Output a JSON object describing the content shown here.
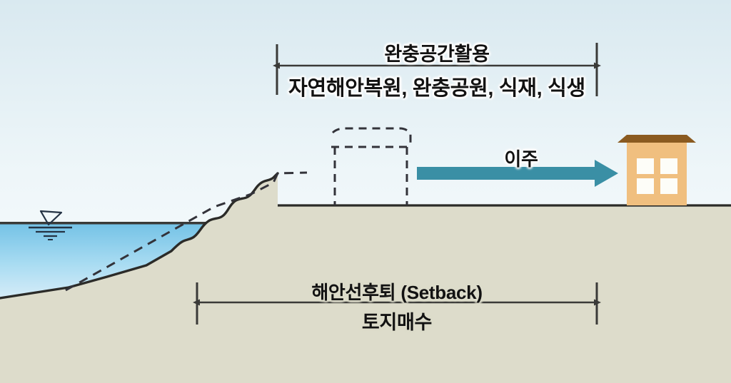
{
  "diagram": {
    "title": "Coastal Setback and Buffer Zone Cross-Section",
    "colors": {
      "sky_top": "#dceaf0",
      "sky_bottom": "#fbfdfd",
      "water_top": "#6ec1e4",
      "water_bottom": "#cfe9f7",
      "land": "#dddccb",
      "land_line": "#2b2b28",
      "house_body": "#f0bf7f",
      "house_roof": "#8a5a20",
      "house_window": "#fdfdf8",
      "arrow_migration": "#3a8fa5",
      "dimension_line": "#3a3a38",
      "dashed_outline": "#33333a",
      "text": "#121212"
    }
  },
  "annotations": {
    "buffer": {
      "title": "완충공간활용",
      "detail": "자연해안복원, 완충공원, 식재, 식생"
    },
    "setback": {
      "title": "해안선후퇴 (Setback)",
      "detail": "토지매수"
    },
    "migration": {
      "label": "이주"
    }
  },
  "elements": {
    "water_level_marker": "water-level-symbol",
    "existing_house": "dashed-house-outline",
    "relocated_house": "solid-house",
    "eroded_profile": "solid-shoreline",
    "original_profile": "dashed-original-shoreline"
  }
}
